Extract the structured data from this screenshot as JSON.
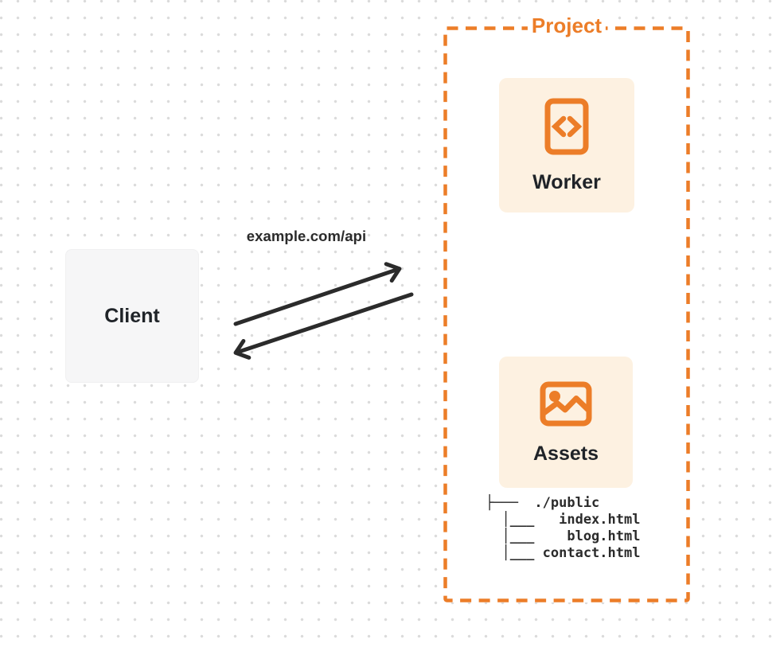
{
  "colors": {
    "accent": "#EC7D28",
    "card_bg": "#FDF1E1",
    "client_bg": "#F6F6F7",
    "ink": "#1F2328",
    "line": "#2B2B2B",
    "dot": "#DBDBDB"
  },
  "diagram": {
    "client": {
      "label": "Client"
    },
    "request": {
      "url_label": "example.com/api"
    },
    "project": {
      "title": "Project",
      "worker": {
        "label": "Worker",
        "icon": "code-document-icon"
      },
      "assets": {
        "label": "Assets",
        "icon": "image-icon"
      },
      "file_tree": "├───  ./public\n  │___   index.html\n  │___    blog.html\n  │___ contact.html"
    }
  }
}
